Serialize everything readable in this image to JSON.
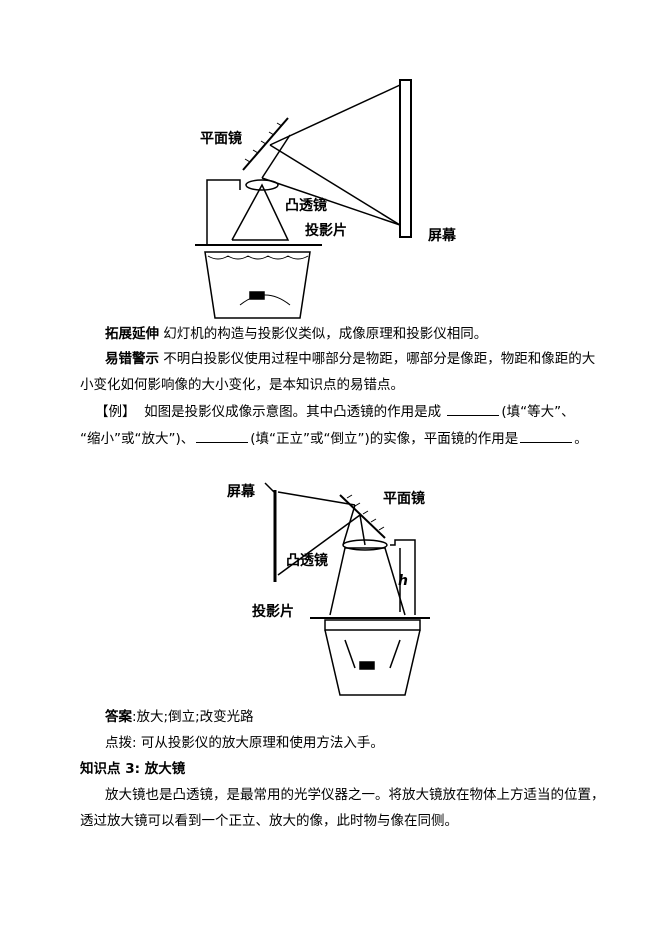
{
  "figure1": {
    "labels": {
      "mirror": "平面镜",
      "lens": "凸透镜",
      "slide": "投影片",
      "screen": "屏幕"
    }
  },
  "extension": {
    "title": "拓展延伸",
    "text": "幻灯机的构造与投影仪类似，成像原理和投影仪相同。"
  },
  "warning": {
    "title": "易错警示",
    "text1": "不明白投影仪使用过程中哪部分是物距，哪部分是像距，物距和像距的大",
    "text2": "小变化如何影响像的大小变化，是本知识点的易错点。"
  },
  "example": {
    "tag": "【例】",
    "text1a": "如图是投影仪成像示意图。其中凸透镜的作用是成",
    "text1b": "(填“等大”、",
    "text2a": "“缩小”或“放大”)、",
    "text2b": "(填“正立”或“倒立”)的实像，平面镜的作用是",
    "text2c": "。"
  },
  "figure2": {
    "labels": {
      "screen": "屏幕",
      "mirror": "平面镜",
      "lens": "凸透镜",
      "height": "h",
      "slide": "投影片"
    }
  },
  "answer": {
    "title": "答案",
    "text": ":放大;倒立;改变光路"
  },
  "tip": {
    "title": "点拨:",
    "text": "可从投影仪的放大原理和使用方法入手。"
  },
  "section": {
    "title": "知识点 3: 放大镜"
  },
  "body": {
    "text1": "放大镜也是凸透镜，是最常用的光学仪器之一。将放大镜放在物体上方适当的位置，",
    "text2": "透过放大镜可以看到一个正立、放大的像，此时物与像在同侧。"
  }
}
